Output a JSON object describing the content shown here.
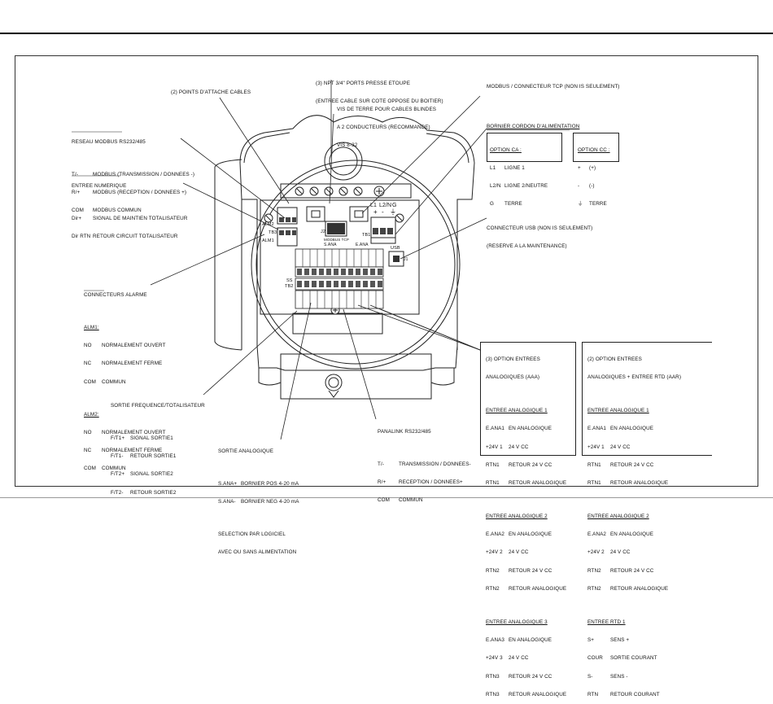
{
  "npt": {
    "line1": "(3) NPT 3/4\" PORTS PRESSE ETOUPE",
    "line2": "(ENTREE CABLE SUR COTE OPPOSE DU BOITIER)"
  },
  "cable_points": "(2) POINTS D'ATTACHE CABLES",
  "earth_screw": {
    "line1": "VIS DE TERRE POUR CABLES BLINDES",
    "line2": "A 2 CONDUCTEURS (RECOMMANDE)",
    "line3": "VIS 8-32"
  },
  "modbus_tcp": "MODBUS / CONNECTEUR TCP (NON IS SEULEMENT)",
  "power_cord": {
    "title": "BORNIER CORDON D'ALIMENTATION",
    "ca": {
      "title": "OPTION CA :",
      "rows": [
        [
          "L1",
          "LIGNE 1"
        ],
        [
          "L2/N",
          "LIGNE 2/NEUTRE"
        ],
        [
          "G",
          "TERRE"
        ]
      ]
    },
    "cc": {
      "title": "OPTION CC :",
      "rows": [
        [
          "+",
          "(+)"
        ],
        [
          "-",
          "(-)"
        ],
        [
          "⏚",
          "TERRE"
        ]
      ]
    }
  },
  "modbus_net": {
    "title": "RESEAU MODBUS RS232/485",
    "rows": [
      [
        "T/-",
        "MODBUS (TRANSMISSION / DONNEES -)"
      ],
      [
        "R/+",
        "MODBUS (RECEPTION / DONNEES +)"
      ],
      [
        "COM",
        "MODBUS COMMUN"
      ]
    ]
  },
  "digital_in": {
    "title": "ENTREE NUMERIQUE",
    "rows": [
      [
        "Dir+",
        "SIGNAL DE MAINTIEN TOTALISATEUR"
      ],
      [
        "Dir RTN",
        "RETOUR CIRCUIT TOTALISATEUR"
      ]
    ]
  },
  "usb": {
    "line1": "CONNECTEUR USB (NON IS SEULEMENT)",
    "line2": "(RESERVE A LA MAINTENANCE)"
  },
  "alarms": {
    "title": "CONNECTEURS ALARME",
    "alm1": {
      "title": "ALM1:",
      "rows": [
        [
          "NO",
          "NORMALEMENT OUVERT"
        ],
        [
          "NC",
          "NORMALEMENT FERME"
        ],
        [
          "COM",
          "COMMUN"
        ]
      ]
    },
    "alm2": {
      "title": "ALM2:",
      "rows": [
        [
          "NO",
          "NORMALEMENT OUVERT"
        ],
        [
          "NC",
          "NORMALEMENT FERME"
        ],
        [
          "COM",
          "COMMUN"
        ]
      ]
    }
  },
  "freq_out": {
    "title": "SORTIE FREQUENCE/TOTALISATEUR",
    "rows": [
      [
        "F/T1+",
        "SIGNAL SORTIE1"
      ],
      [
        "F/T1-",
        "RETOUR SORTIE1"
      ],
      [
        "F/T2+",
        "SIGNAL SORTIE2"
      ],
      [
        "F/T2-",
        "RETOUR SORTIE2"
      ]
    ]
  },
  "analog_out": {
    "title": "SORTIE ANALOGIQUE",
    "rows": [
      [
        "S.ANA+",
        "BORNIER POS 4-20 mA"
      ],
      [
        "S.ANA-",
        "BORNIER NEG 4-20 mA"
      ]
    ],
    "note1": "SELECTION PAR LOGICIEL",
    "note2": "AVEC OU SANS ALIMENTATION"
  },
  "panalink": {
    "title": "PANALINK RS232/485",
    "rows": [
      [
        "T/-",
        "TRANSMISSION / DONNEES-"
      ],
      [
        "R/+",
        "RECEPTION / DONNEES+"
      ],
      [
        "COM",
        "COMMUN"
      ]
    ]
  },
  "aaa": {
    "title1": "(3) OPTION ENTREES",
    "title2": "ANALOGIQUES (AAA)",
    "groups": [
      {
        "title": "ENTREE ANALOGIQUE 1",
        "rows": [
          [
            "E.ANA1",
            "EN ANALOGIQUE"
          ],
          [
            "+24V 1",
            "24 V CC"
          ],
          [
            "RTN1",
            "RETOUR 24 V CC"
          ],
          [
            "RTN1",
            "RETOUR ANALOGIQUE"
          ]
        ]
      },
      {
        "title": "ENTREE ANALOGIQUE 2",
        "rows": [
          [
            "E.ANA2",
            "EN ANALOGIQUE"
          ],
          [
            "+24V 2",
            "24 V CC"
          ],
          [
            "RTN2",
            "RETOUR 24 V CC"
          ],
          [
            "RTN2",
            "RETOUR ANALOGIQUE"
          ]
        ]
      },
      {
        "title": "ENTREE ANALOGIQUE 3",
        "rows": [
          [
            "E.ANA3",
            "EN ANALOGIQUE"
          ],
          [
            "+24V 3",
            "24 V CC"
          ],
          [
            "RTN3",
            "RETOUR 24 V CC"
          ],
          [
            "RTN3",
            "RETOUR ANALOGIQUE"
          ]
        ]
      }
    ]
  },
  "aar": {
    "title1": "(2) OPTION ENTREES",
    "title2": "ANALOGIQUES + ENTREE RTD (AAR)",
    "groups": [
      {
        "title": "ENTREE ANALOGIQUE 1",
        "rows": [
          [
            "E.ANA1",
            "EN ANALOGIQUE"
          ],
          [
            "+24V 1",
            "24 V CC"
          ],
          [
            "RTN1",
            "RETOUR 24 V CC"
          ],
          [
            "RTN1",
            "RETOUR ANALOGIQUE"
          ]
        ]
      },
      {
        "title": "ENTREE ANALOGIQUE 2",
        "rows": [
          [
            "E.ANA2",
            "EN ANALOGIQUE"
          ],
          [
            "+24V 2",
            "24 V CC"
          ],
          [
            "RTN2",
            "RETOUR 24 V CC"
          ],
          [
            "RTN2",
            "RETOUR ANALOGIQUE"
          ]
        ]
      },
      {
        "title": "ENTREE RTD 1",
        "rows": [
          [
            "S+",
            "SENS +"
          ],
          [
            "COUR",
            "SORTIE COURANT"
          ],
          [
            "S-",
            "SENS -"
          ],
          [
            "RTN",
            "RETOUR COURANT"
          ]
        ]
      }
    ]
  },
  "board": {
    "tb1": "TB1",
    "tb2": "TB2",
    "tb3": "TB3",
    "j2": "J2",
    "j1": "J1",
    "usb_label": "USB",
    "alm2": "ALM2",
    "alm1": "ALM1",
    "ss": "SS",
    "pwr": [
      "L1",
      "L2/N",
      "G"
    ],
    "pwr_sym": [
      "+",
      "-",
      "⏚"
    ],
    "eana": "E.ANA",
    "sana": "S.ANA",
    "mbus": "MODBUS TCP"
  }
}
